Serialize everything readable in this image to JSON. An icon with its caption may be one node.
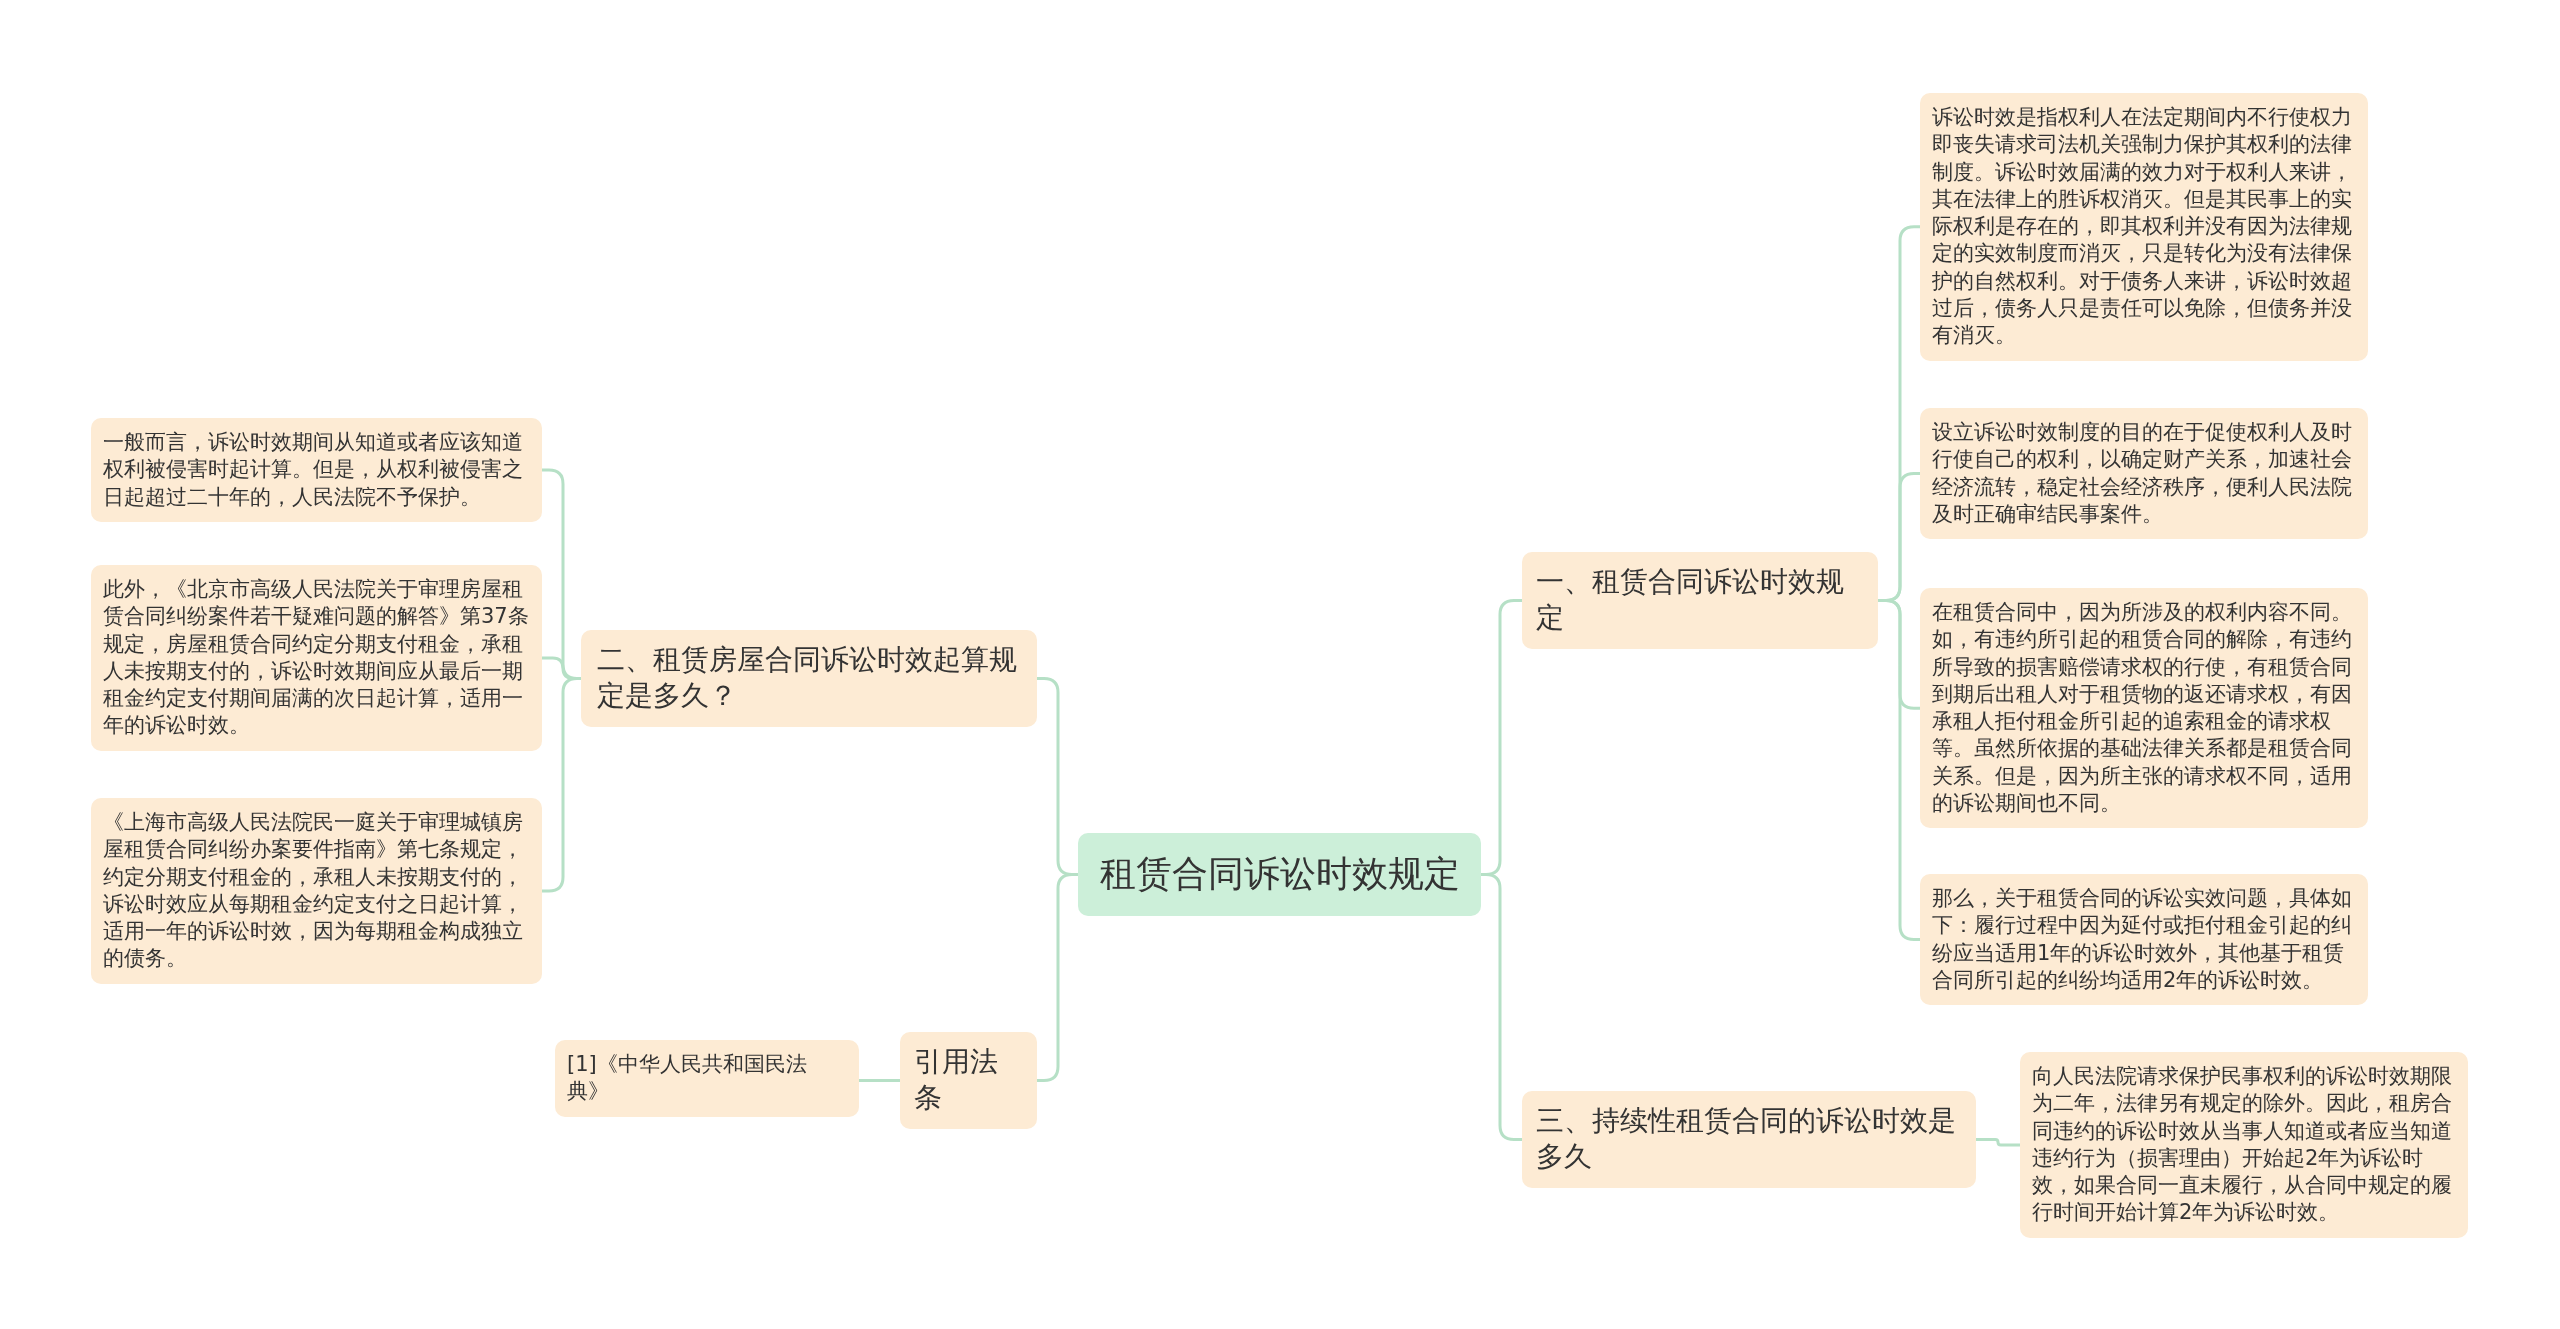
{
  "diagram": {
    "nodes": [
      {
        "text": [
          "租赁合同诉讼时效规定"
        ]
      },
      {
        "text": [
          "一、租赁合同诉讼时效规定"
        ]
      },
      {
        "text": [
          "诉讼时效是指权利人在法定期间内不行使权力即丧失请求司法机关强制力保护其权利的法律制度。诉讼时效届满的效力对于权利人来讲，其在法律上的胜诉权消灭。但是其民事上的实际权利是存在的，即其权利并没有因为法律规定的实效制度而消灭，只是转化为没有法律保护的自然权利。对于债务人来讲，诉讼时效超过后，债务人只是责任可以免除，但债务并没有消灭。"
        ]
      },
      {
        "text": [
          "设立诉讼时效制度的目的在于促使权利人及时行使自己的权利，以确定财产关系，加速社会经济流转，稳定社会经济秩序，便利人民法院及时正确审结民事案件。"
        ]
      },
      {
        "text": [
          "在租赁合同中，因为所涉及的权利内容不同。如，有违约所引起的租赁合同的解除，有违约所导致的损害赔偿请求权的行使，有租赁合同到期后出租人对于租赁物的返还请求权，有因承租人拒付租金所引起的追索租金的请求权等。虽然所依据的基础法律关系都是租赁合同关系。但是，因为所主张的请求权不同，适用的诉讼期间也不同。"
        ]
      },
      {
        "text": [
          "那么，关于租赁合同的诉讼实效问题，具体如下：履行过程中因为延付或拒付租金引起的纠纷应当适用1年的诉讼时效外，其他基于租赁合同所引起的纠纷均适用2年的诉讼时效。"
        ]
      },
      {
        "text": [
          "三、持续性租赁合同的诉讼时效是多久"
        ]
      },
      {
        "text": [
          "向人民法院请求保护民事权利的诉讼时效期限为二年，法律另有规定的除外。因此，租房合同违约的诉讼时效从当事人知道或者应当知道违约行为（损害理由）开始起2年为诉讼时效，如果合同一直未履行，从合同中规定的履行时间开始计算2年为诉讼时效。"
        ]
      },
      {
        "text": [
          "二、租赁房屋合同诉讼时效起算规定是多久？"
        ]
      },
      {
        "text": [
          "一般而言，诉讼时效期间从知道或者应该知道权利被侵害时起计算。但是，从权利被侵害之日起超过二十年的，人民法院不予保护。"
        ]
      },
      {
        "text": [
          "此外，《北京市高级人民法院关于审理房屋租赁合同纠纷案件若干疑难问题的解答》第37条规定，房屋租赁合同约定分期支付租金，承租人未按期支付的，诉讼时效期间应从最后一期租金约定支付期间届满的次日起计算，适用一年的诉讼时效。"
        ]
      },
      {
        "text": [
          "《上海市高级人民法院民一庭关于审理城镇房屋租赁合同纠纷办案要件指南》第七条规定，约定分期支付租金的，承租人未按期支付的，诉讼时效应从每期租金约定支付之日起计算，适用一年的诉讼时效，因为每期租金构成独立的债务。"
        ]
      },
      {
        "text": [
          "引用法条"
        ]
      },
      {
        "text": [
          "[1]《中华人民共和国民法典》"
        ]
      }
    ],
    "edges": [
      {
        "from": 0,
        "to": 1,
        "arrow": "none"
      },
      {
        "from": 1,
        "to": 2,
        "arrow": "none"
      },
      {
        "from": 1,
        "to": 3,
        "arrow": "none"
      },
      {
        "from": 1,
        "to": 4,
        "arrow": "none"
      },
      {
        "from": 1,
        "to": 5,
        "arrow": "none"
      },
      {
        "from": 0,
        "to": 6,
        "arrow": "none"
      },
      {
        "from": 6,
        "to": 7,
        "arrow": "none"
      },
      {
        "from": 0,
        "to": 8,
        "arrow": "none"
      },
      {
        "from": 8,
        "to": 9,
        "arrow": "none"
      },
      {
        "from": 8,
        "to": 10,
        "arrow": "none"
      },
      {
        "from": 8,
        "to": 11,
        "arrow": "none"
      },
      {
        "from": 0,
        "to": 12,
        "arrow": "none"
      },
      {
        "from": 12,
        "to": 13,
        "arrow": "none"
      }
    ]
  }
}
